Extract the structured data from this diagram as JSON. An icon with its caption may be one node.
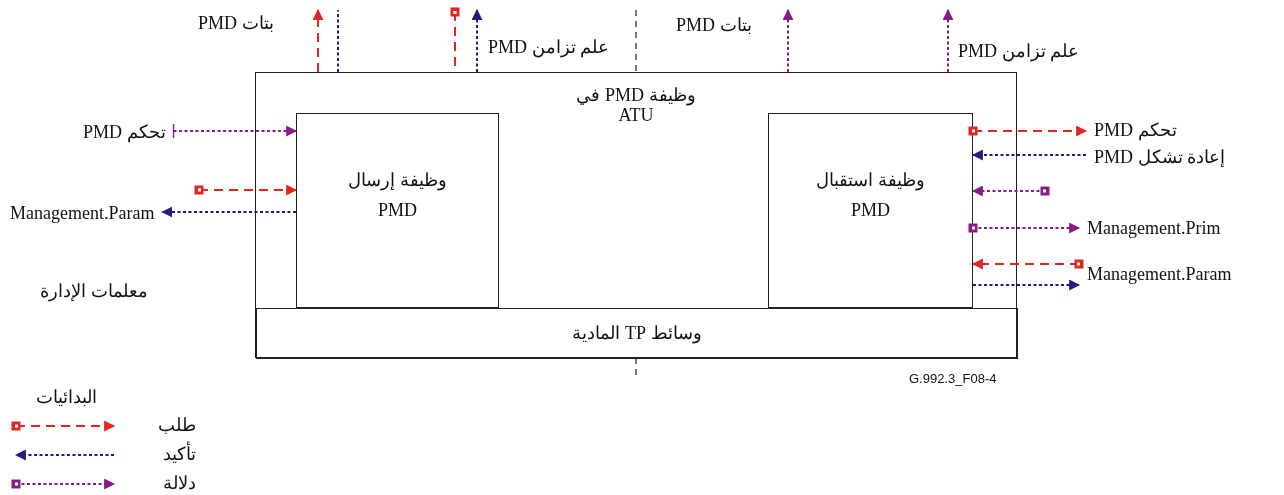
{
  "diagram": {
    "nodes": [
      {
        "text": [
          "وظيفة PMD في ATU"
        ]
      },
      {
        "text": [
          "وظيفة إرسال PMD"
        ],
        "in": 0
      },
      {
        "text": [
          "وظيفة استقبال PMD"
        ],
        "in": 0
      },
      {
        "text": [
          "وسائط TP المادية"
        ],
        "in": 0
      },
      {
        "text": [
          "تحكم PMD"
        ]
      },
      {
        "text": [
          "Management.Param"
        ]
      },
      {
        "text": [
          "تحكم PMD"
        ]
      },
      {
        "text": [
          "إعادة تشكل PMD"
        ]
      },
      {
        "text": [
          "Management.Prim"
        ]
      },
      {
        "text": [
          "Management.Param"
        ]
      }
    ],
    "edges": [
      {
        "from": 0,
        "to": null,
        "arrow": "to",
        "style": "dashed",
        "color": "#e0261f"
      },
      {
        "from": 0,
        "to": null,
        "arrow": "none",
        "style": "dashed",
        "color": "#2a1a7f"
      },
      {
        "from": null,
        "to": 0,
        "arrow": "other",
        "style": "dashed",
        "color": "#e0261f"
      },
      {
        "from": 0,
        "to": null,
        "arrow": "to",
        "style": "dashed",
        "color": "#2a1a7f"
      },
      {
        "from": 0,
        "to": null,
        "arrow": "to",
        "style": "dashed",
        "color": "#8b1a89"
      },
      {
        "from": 0,
        "to": null,
        "arrow": "to",
        "style": "dashed",
        "color": "#8b1a89"
      },
      {
        "from": 4,
        "to": 1,
        "arrow": "to",
        "style": "dashed",
        "color": "#8b1a89"
      },
      {
        "from": null,
        "to": 1,
        "arrow": "to",
        "style": "dashed",
        "color": "#e0261f"
      },
      {
        "from": 1,
        "to": 5,
        "arrow": "to",
        "style": "dashed",
        "color": "#2a1a7f"
      },
      {
        "from": 2,
        "to": 6,
        "arrow": "to",
        "style": "dashed",
        "color": "#e0261f"
      },
      {
        "from": 7,
        "to": 2,
        "arrow": "to",
        "style": "dashed",
        "color": "#2a1a7f"
      },
      {
        "from": null,
        "to": 2,
        "arrow": "to",
        "style": "dashed",
        "color": "#8b1a89"
      },
      {
        "from": 2,
        "to": 8,
        "arrow": "to",
        "style": "dashed",
        "color": "#8b1a89"
      },
      {
        "from": 9,
        "to": 2,
        "arrow": "to",
        "style": "dashed",
        "color": "#e0261f"
      },
      {
        "from": 2,
        "to": 9,
        "arrow": "to",
        "style": "dashed",
        "color": "#2a1a7f"
      }
    ],
    "labels": [
      "بتات PMD",
      "علم تزامن PMD",
      "بتات PMD",
      "علم تزامن PMD",
      "معلمات الإدارة",
      "G.992.3_F08-4",
      "البدائيات"
    ],
    "legend": [
      {
        "text": "طلب"
      },
      {
        "text": "تأكيد"
      },
      {
        "text": "دلالة"
      }
    ]
  }
}
